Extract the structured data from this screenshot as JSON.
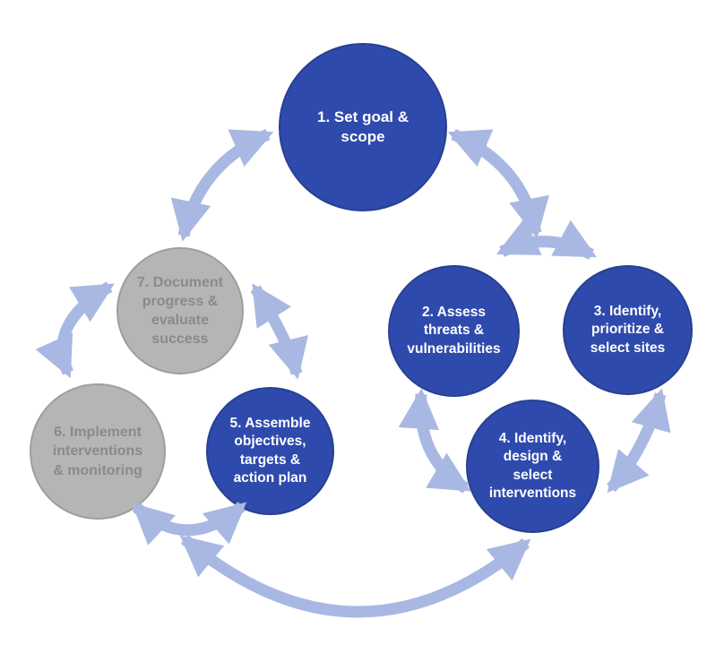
{
  "diagram": {
    "type": "cycle-process-diagram",
    "nodes": [
      {
        "id": "1",
        "label": "1. Set goal &\nscope",
        "variant": "blue"
      },
      {
        "id": "2",
        "label": "2. Assess\nthreats &\nvulnerabilities",
        "variant": "blue"
      },
      {
        "id": "3",
        "label": "3. Identify,\nprioritize &\nselect sites",
        "variant": "blue"
      },
      {
        "id": "4",
        "label": "4. Identify,\ndesign &\nselect\ninterventions",
        "variant": "blue"
      },
      {
        "id": "5",
        "label": "5. Assemble\nobjectives,\ntargets &\naction plan",
        "variant": "blue"
      },
      {
        "id": "6",
        "label": "6. Implement\ninterventions\n& monitoring",
        "variant": "gray"
      },
      {
        "id": "7",
        "label": "7. Document\nprogress &\nevaluate\nsuccess",
        "variant": "gray"
      }
    ],
    "connections": [
      {
        "from": "1",
        "to": "7",
        "bidirectional": true
      },
      {
        "from": "1",
        "to": "2/3 junction",
        "bidirectional": true
      },
      {
        "from": "2",
        "to": "3",
        "bidirectional": true
      },
      {
        "from": "2",
        "to": "4",
        "bidirectional": true
      },
      {
        "from": "3",
        "to": "4",
        "bidirectional": true
      },
      {
        "from": "7",
        "to": "5",
        "bidirectional": true
      },
      {
        "from": "7",
        "to": "6",
        "bidirectional": true
      },
      {
        "from": "6",
        "to": "5",
        "bidirectional": true
      },
      {
        "from": "5/6 junction",
        "to": "4",
        "bidirectional": true
      }
    ],
    "colors": {
      "background": "#FFFFFF",
      "node_blue_fill": "#2F4AAD",
      "node_blue_border": "#26418F",
      "node_blue_text": "#FFFFFF",
      "node_gray_fill": "#B5B5B5",
      "node_gray_border": "#9E9E9E",
      "node_gray_text": "#8A8A8A",
      "arrow": "#A9B8E2"
    }
  }
}
